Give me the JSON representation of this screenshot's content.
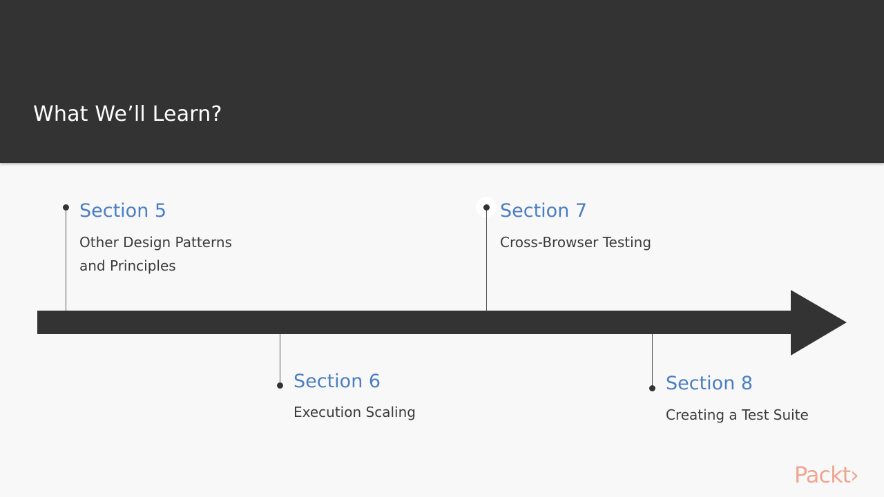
{
  "slide": {
    "title": "What We’ll Learn?"
  },
  "sections": [
    {
      "title": "Section 5",
      "desc_line1": "Other Design Patterns",
      "desc_line2": "and Principles"
    },
    {
      "title": "Section 6",
      "desc_line1": "Execution Scaling"
    },
    {
      "title": "Section 7",
      "desc_line1": "Cross-Browser Testing"
    },
    {
      "title": "Section 8",
      "desc_line1": "Creating a Test Suite"
    }
  ],
  "logo": {
    "text": "Packt›"
  },
  "colors": {
    "header_bg": "#333333",
    "section_title": "#4a7ec2",
    "arrow": "#333333",
    "logo": "#f0a592"
  }
}
